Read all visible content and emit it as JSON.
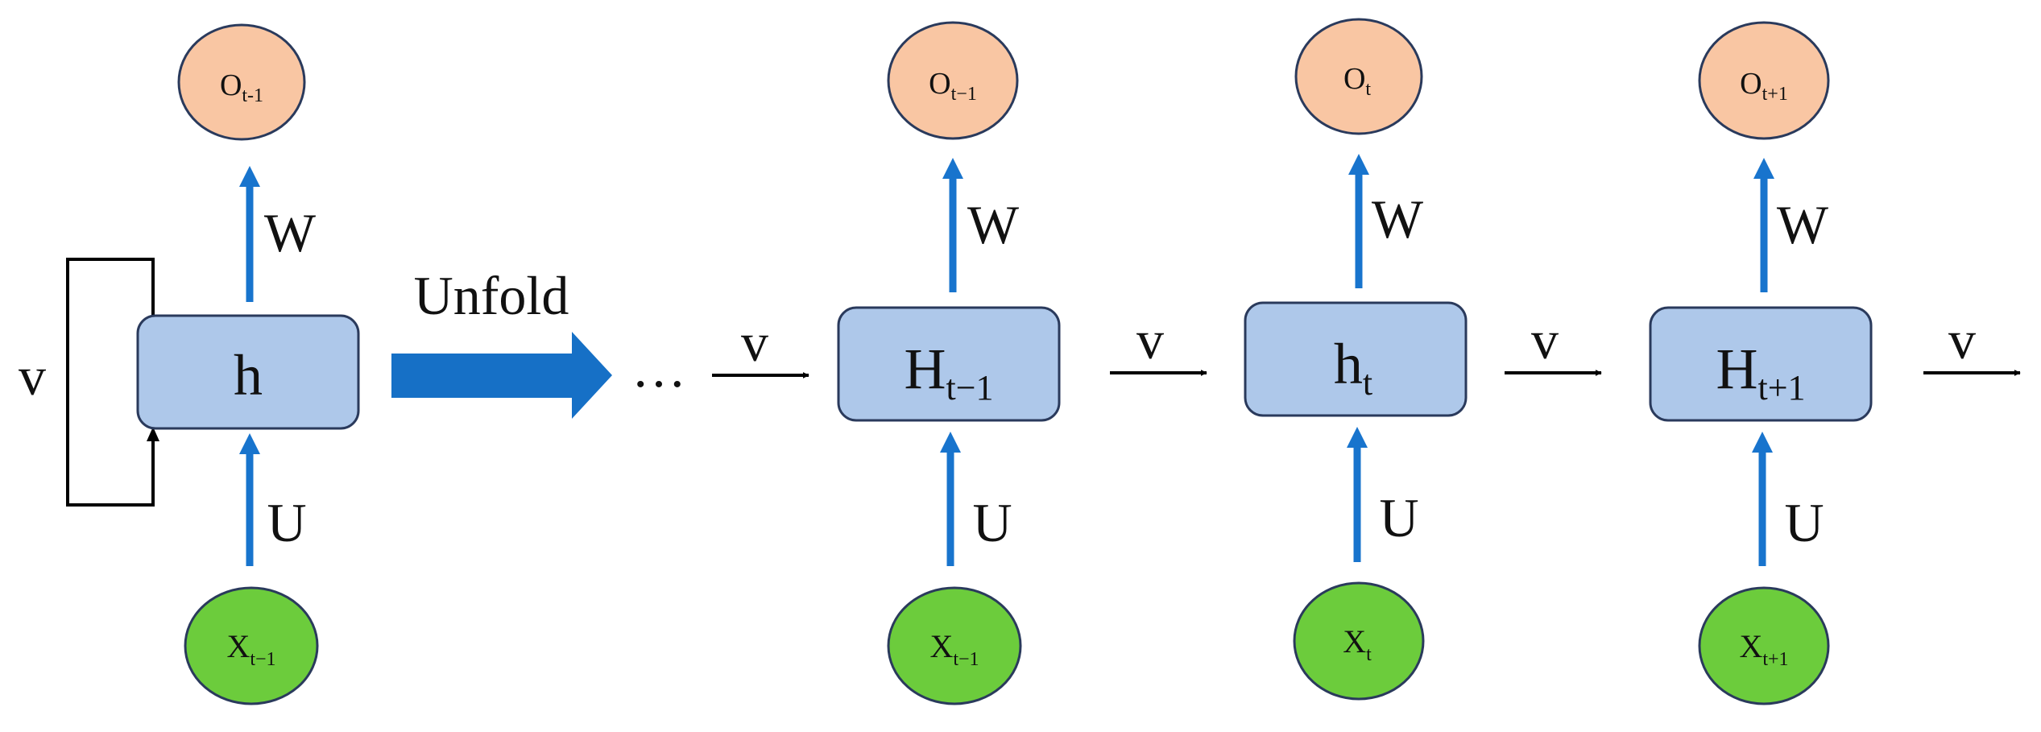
{
  "colors": {
    "output_fill": "#f9c6a3",
    "input_fill": "#6ccc3c",
    "hidden_fill": "#aec8ea",
    "node_stroke": "#2a3a5c",
    "weight_arrow": "#1874cd",
    "unfold_arrow": "#1670c6",
    "line": "#000000"
  },
  "folded": {
    "output": {
      "main": "O",
      "sub": "t-1"
    },
    "hidden": {
      "main": "h",
      "sub": ""
    },
    "input": {
      "main": "X",
      "sub": "t−1"
    },
    "weight_out": "W",
    "weight_in": "U",
    "recurrent": "v"
  },
  "unfold_label": "Unfold",
  "ellipsis": "…",
  "steps": [
    {
      "output": {
        "main": "O",
        "sub": "t−1"
      },
      "hidden": {
        "main": "H",
        "sub": "t−1"
      },
      "input": {
        "main": "X",
        "sub": "t−1"
      },
      "weight_out": "W",
      "weight_in": "U",
      "incoming": "v"
    },
    {
      "output": {
        "main": "O",
        "sub": "t"
      },
      "hidden": {
        "main": "h",
        "sub": "t"
      },
      "input": {
        "main": "X",
        "sub": "t"
      },
      "weight_out": "W",
      "weight_in": "U",
      "incoming": "v"
    },
    {
      "output": {
        "main": "O",
        "sub": "t+1"
      },
      "hidden": {
        "main": "H",
        "sub": "t+1"
      },
      "input": {
        "main": "X",
        "sub": "t+1"
      },
      "weight_out": "W",
      "weight_in": "U",
      "incoming": "v"
    }
  ],
  "trailing": "v"
}
